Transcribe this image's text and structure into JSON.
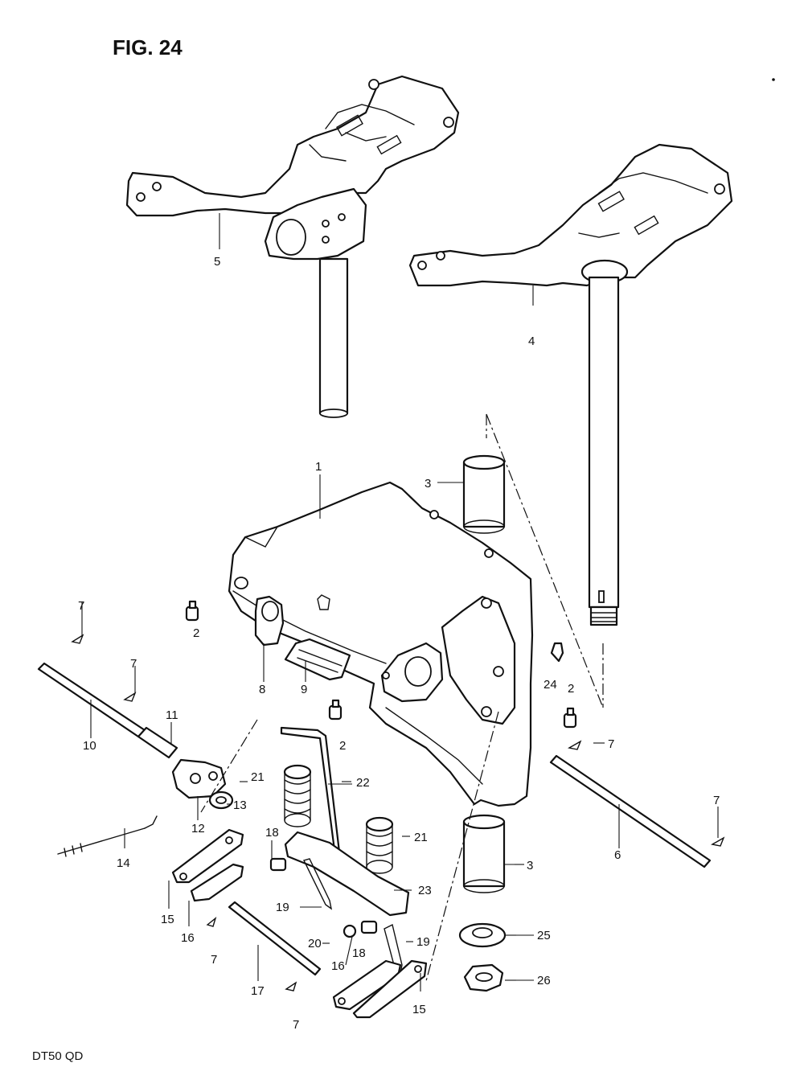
{
  "title": "FIG. 24",
  "footer_code": "DT50 QD",
  "labels": {
    "p1": "1",
    "p2a": "2",
    "p2b": "2",
    "p2c": "2",
    "p3a": "3",
    "p3b": "3",
    "p4": "4",
    "p5": "5",
    "p6": "6",
    "p7a": "7",
    "p7b": "7",
    "p7c": "7",
    "p7d": "7",
    "p7e": "7",
    "p7f": "7",
    "p8": "8",
    "p9": "9",
    "p10": "10",
    "p11": "11",
    "p12": "12",
    "p13": "13",
    "p14": "14",
    "p15a": "15",
    "p15b": "15",
    "p16a": "16",
    "p16b": "16",
    "p17": "17",
    "p18a": "18",
    "p18b": "18",
    "p19a": "19",
    "p19b": "19",
    "p20": "20",
    "p21a": "21",
    "p21b": "21",
    "p22": "22",
    "p23": "23",
    "p24": "24",
    "p25": "25",
    "p26": "26"
  }
}
